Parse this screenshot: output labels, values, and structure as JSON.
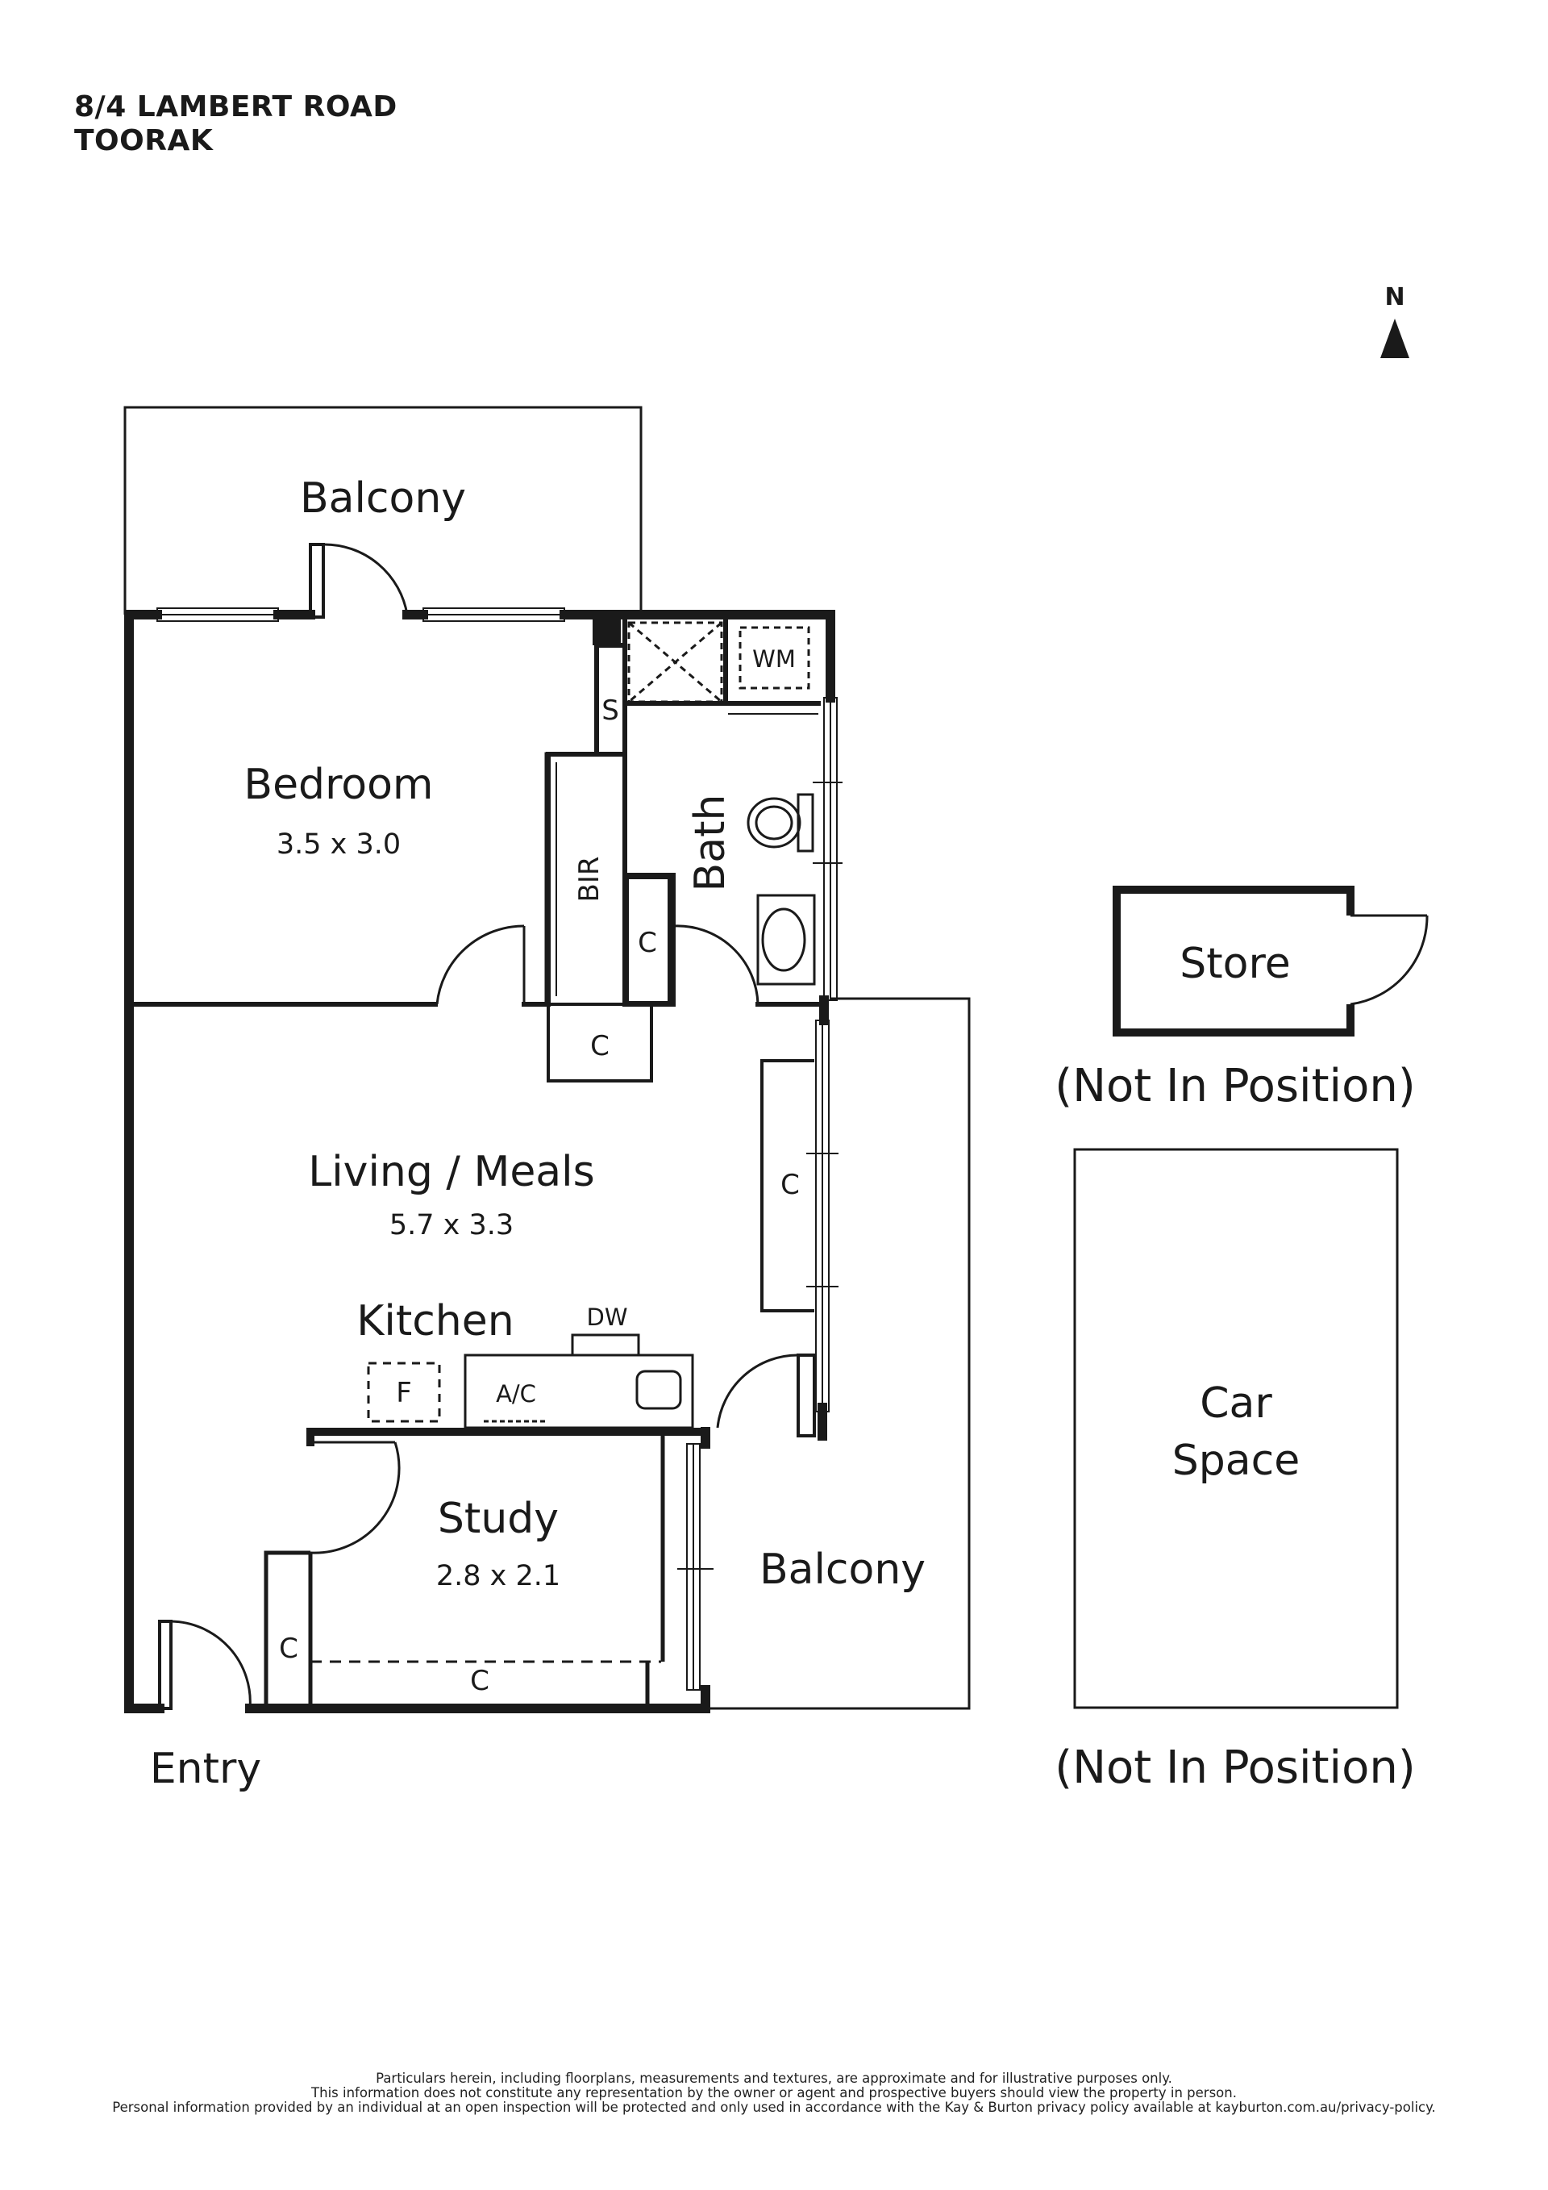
{
  "address": {
    "line1": "8/4 LAMBERT ROAD",
    "line2": "TOORAK"
  },
  "compass": {
    "label": "N"
  },
  "rooms": {
    "balcony_top": "Balcony",
    "bedroom": {
      "name": "Bedroom",
      "dims": "3.5 x 3.0"
    },
    "bath": "Bath",
    "bir": "BIR",
    "shelf": "S",
    "washing_machine": "WM",
    "cupboard": "C",
    "living": {
      "name": "Living / Meals",
      "dims": "5.7 x 3.3"
    },
    "kitchen": "Kitchen",
    "dishwasher": "DW",
    "fridge": "F",
    "aircon": "A/C",
    "study": {
      "name": "Study",
      "dims": "2.8 x 2.1"
    },
    "balcony_side": "Balcony",
    "entry": "Entry"
  },
  "store": {
    "name": "Store",
    "note": "(Not In Position)"
  },
  "car_space": {
    "line1": "Car",
    "line2": "Space",
    "note": "(Not In Position)"
  },
  "disclaimer": {
    "line1": "Particulars herein, including floorplans, measurements and textures, are approximate and for illustrative purposes only.",
    "line2": "This information does not constitute any representation by the owner or agent and prospective buyers should view the property in person.",
    "line3": "Personal information provided by an individual at an open inspection will be protected and only used in accordance with the Kay & Burton privacy policy available at kayburton.com.au/privacy-policy."
  }
}
